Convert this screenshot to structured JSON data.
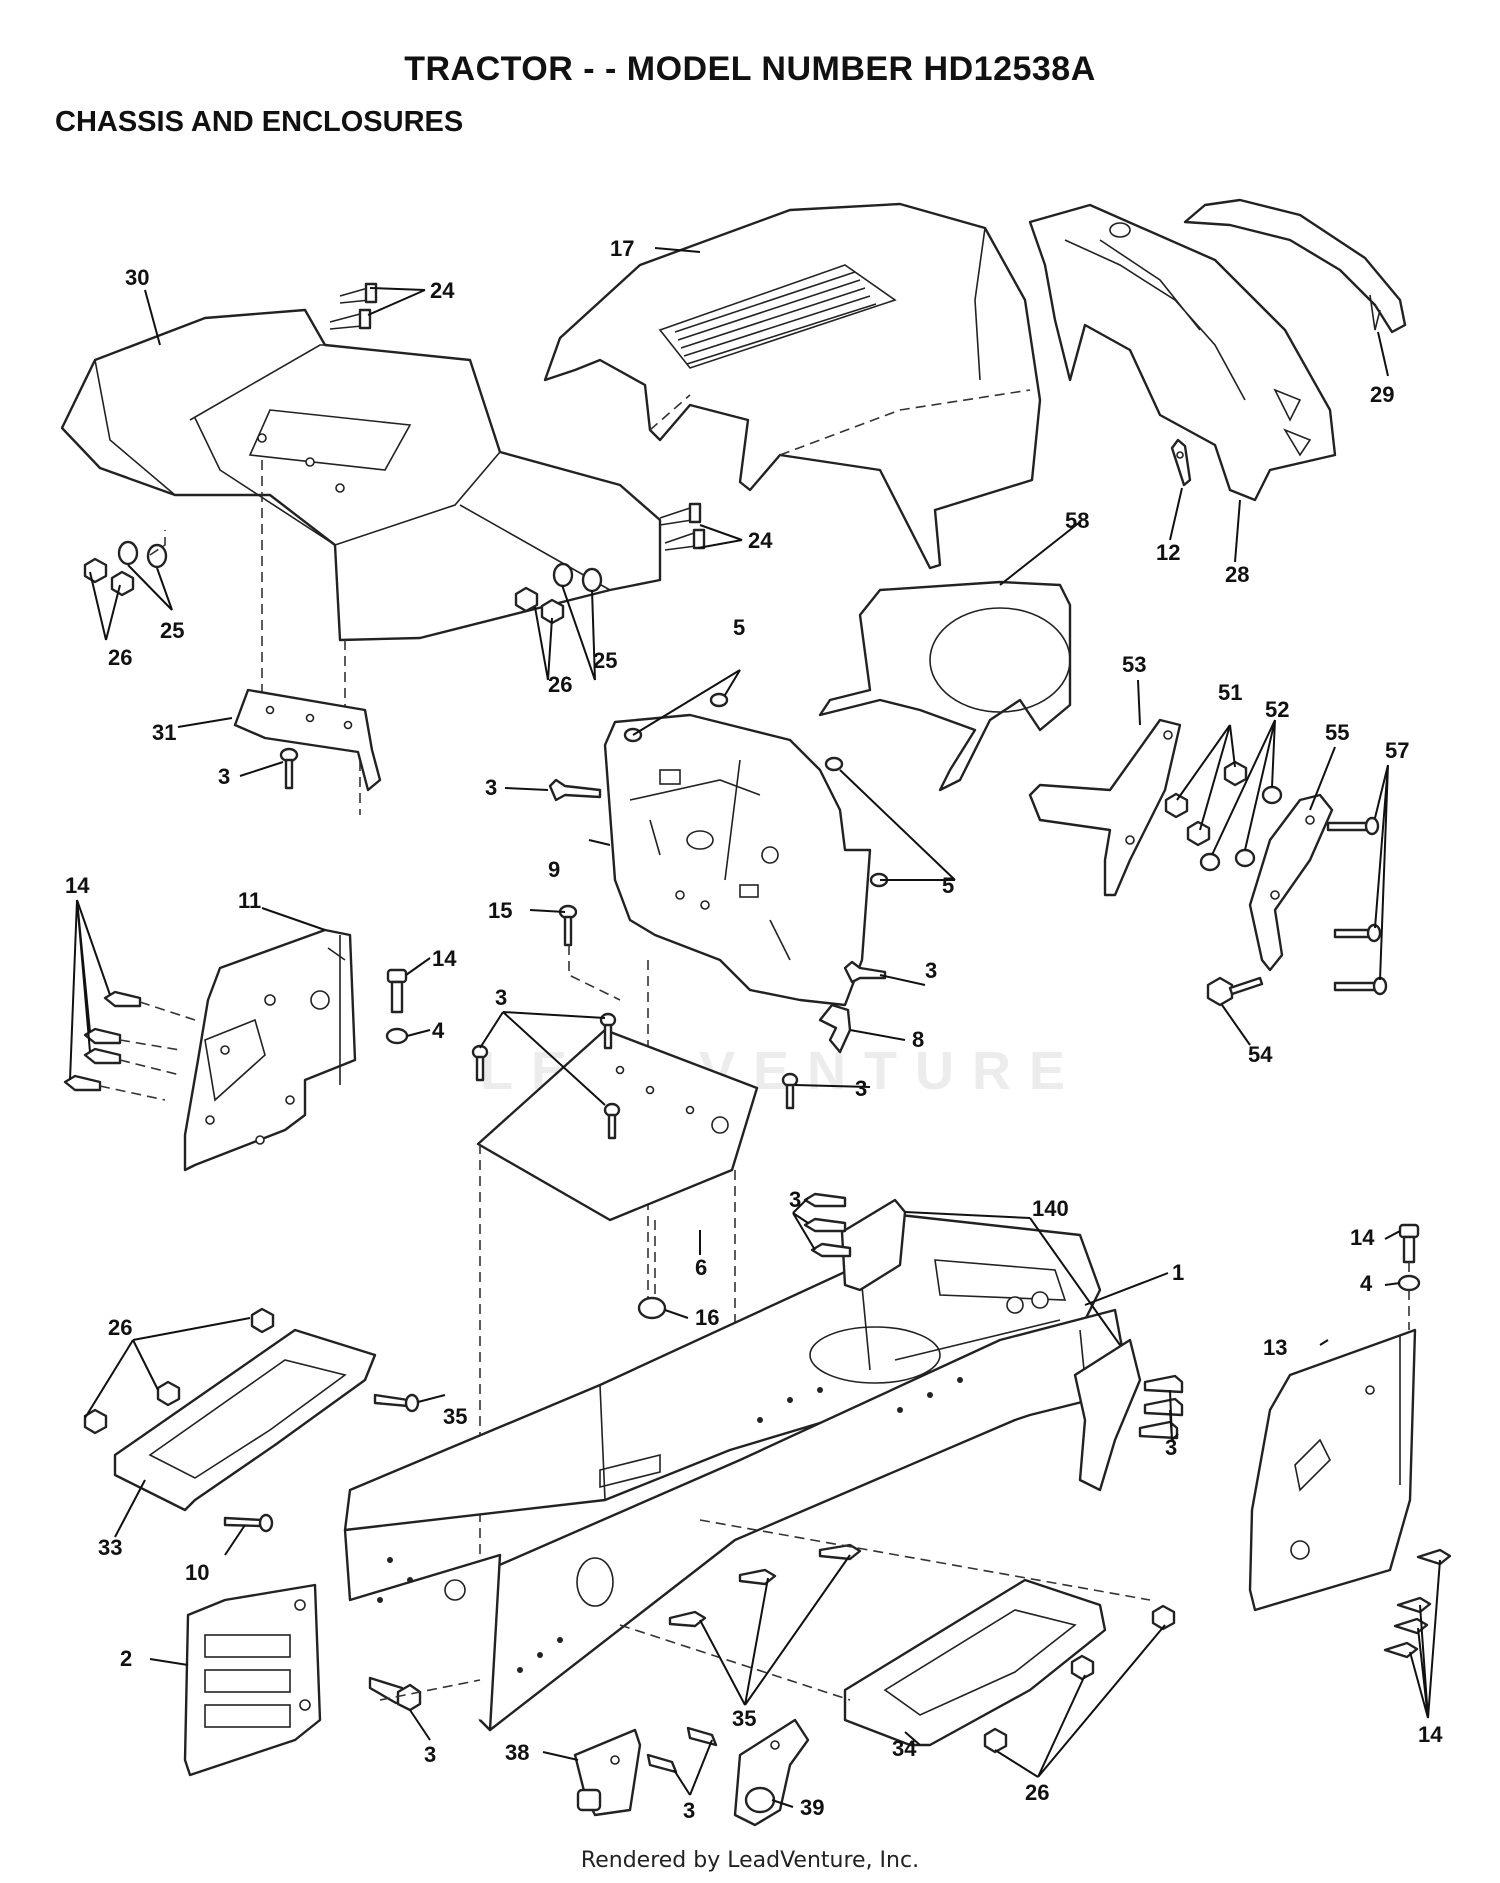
{
  "title": "TRACTOR - - MODEL NUMBER HD12538A",
  "subtitle": "CHASSIS AND ENCLOSURES",
  "footer": "Rendered by LeadVenture, Inc.",
  "watermark": "LEADVENTURE",
  "callouts": {
    "c30": "30",
    "c24a": "24",
    "c24b": "24",
    "c17": "17",
    "c29": "29",
    "c12": "12",
    "c28": "28",
    "c58": "58",
    "c25a": "25",
    "c26a": "26",
    "c25b": "25",
    "c26b": "26",
    "c5a": "5",
    "c5b": "5",
    "c31": "31",
    "c3a": "3",
    "c3b": "3",
    "c9": "9",
    "c53": "53",
    "c51": "51",
    "c52": "52",
    "c55": "55",
    "c57": "57",
    "c11": "11",
    "c14a": "14",
    "c14b": "14",
    "c4a": "4",
    "c15": "15",
    "c3c": "3",
    "c54": "54",
    "c3d": "3",
    "c8": "8",
    "c3e": "3",
    "c6": "6",
    "c3f": "3",
    "c140": "140",
    "c1": "1",
    "c14c": "14",
    "c4b": "4",
    "c16": "16",
    "c26c": "26",
    "c35a": "35",
    "c13": "13",
    "c3g": "3",
    "c33": "33",
    "c10": "10",
    "c2": "2",
    "c3h": "3",
    "c35b": "35",
    "c38": "38",
    "c3i": "3",
    "c39": "39",
    "c34": "34",
    "c26d": "26",
    "c14d": "14"
  }
}
